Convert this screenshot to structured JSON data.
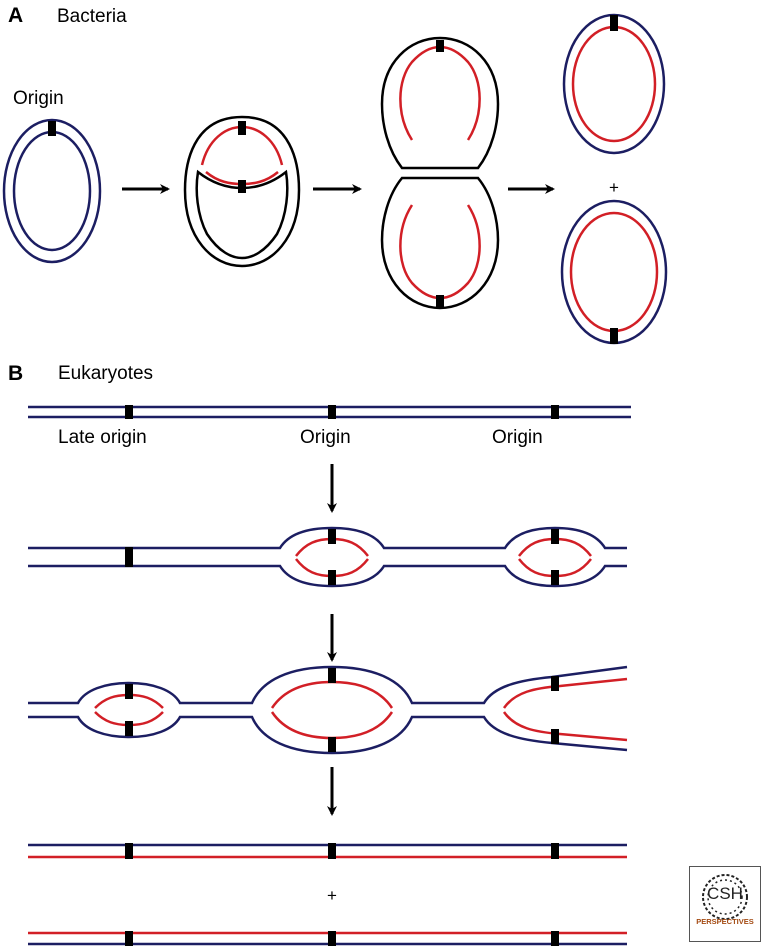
{
  "panel_a": {
    "letter": "A",
    "title": "Bacteria",
    "origin_label": "Origin",
    "plus": "+"
  },
  "panel_b": {
    "letter": "B",
    "title": "Eukaryotes",
    "origin_labels": [
      "Late origin",
      "Origin",
      "Origin"
    ],
    "plus": "+"
  },
  "logo": {
    "text": "CSH",
    "subtitle": "PERSPECTIVES"
  },
  "colors": {
    "parental_strand": "#1c1e62",
    "new_strand": "#d21f26",
    "origin_marker": "#000000"
  }
}
